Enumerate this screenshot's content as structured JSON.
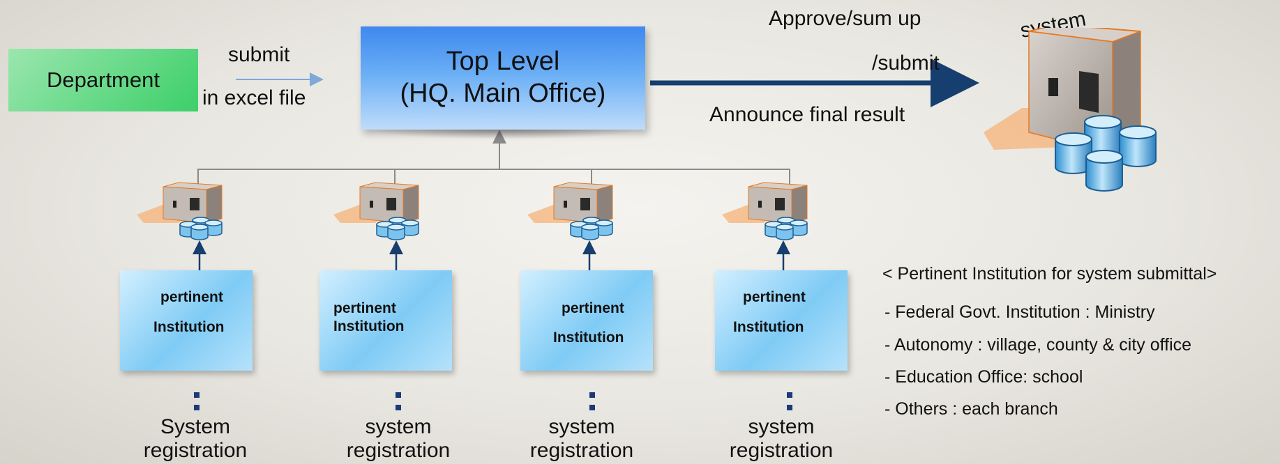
{
  "department": "Department",
  "submit_label": "submit",
  "excel_label": "in excel file",
  "top_level": {
    "line1": "Top Level",
    "line2": "(HQ. Main Office)"
  },
  "approve_label": "Approve/sum up",
  "submit2_label": "/submit",
  "announce_label": "Announce final result",
  "system_label": "system",
  "institutions": [
    {
      "line1": "pertinent",
      "line2": "Institution"
    },
    {
      "line1": "pertinent",
      "line2": "Institution"
    },
    {
      "line1": "pertinent",
      "line2": "Institution"
    },
    {
      "line1": "pertinent",
      "line2": "Institution"
    }
  ],
  "registrations": [
    {
      "line1": "System",
      "line2": "registration"
    },
    {
      "line1": "system",
      "line2": "registration"
    },
    {
      "line1": "system",
      "line2": "registration"
    },
    {
      "line1": "system",
      "line2": "registration"
    }
  ],
  "notes": {
    "title": "< Pertinent Institution for system submittal>",
    "items": [
      "- Federal Govt. Institution :  Ministry",
      "- Autonomy : village, county & city office",
      "- Education Office: school",
      "- Others : each branch"
    ]
  },
  "colors": {
    "arrow_dark": "#163e6e",
    "arrow_light": "#7fa8d8",
    "connector": "#8a8a8a",
    "department_fill": "#3ccf69",
    "top_fill": "#4e97f0",
    "institution_fill": "#8fd2f7"
  },
  "icons": [
    "server-database-icon"
  ]
}
